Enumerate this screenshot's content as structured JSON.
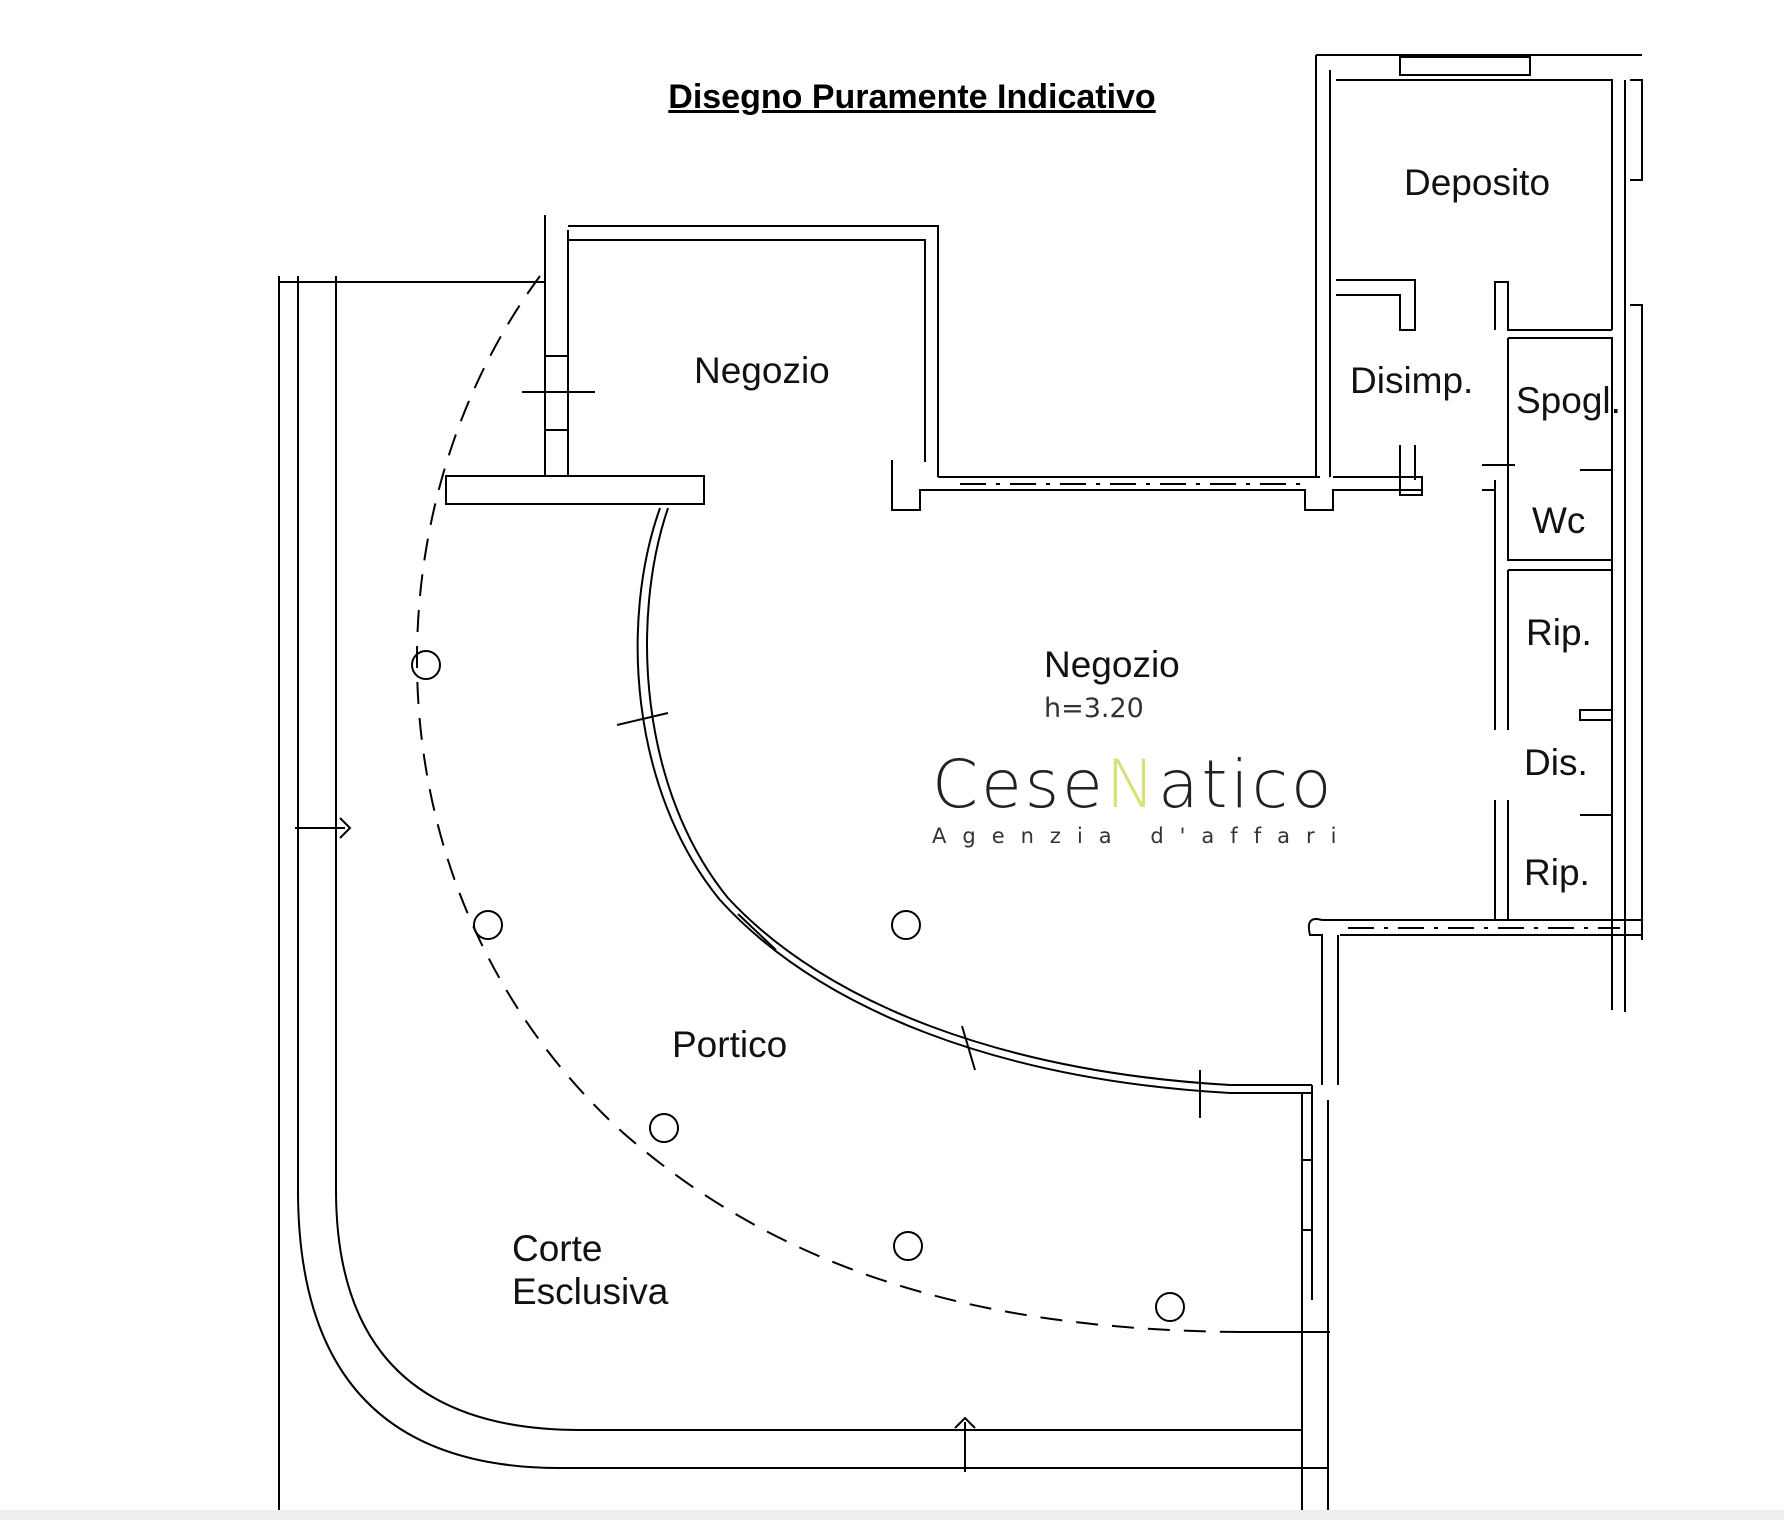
{
  "title": "Disegno Puramente Indicativo",
  "rooms": {
    "deposito": "Deposito",
    "disimp": "Disimp.",
    "spogl": "Spogl.",
    "wc": "Wc",
    "rip1": "Rip.",
    "dis": "Dis.",
    "rip2": "Rip.",
    "negozio_small": "Negozio",
    "negozio_main": "Negozio",
    "negozio_height": "h=3.20",
    "portico": "Portico",
    "corte_line1": "Corte",
    "corte_line2": "Esclusiva"
  },
  "logo": {
    "part1": "Cese",
    "part2": "N",
    "part3": "atico",
    "subtitle": "Agenzia d'affari",
    "accent_color": "#d9e27a"
  }
}
